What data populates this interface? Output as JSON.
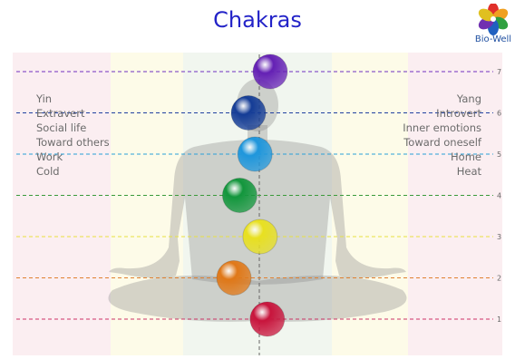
{
  "page": {
    "title": "Chakras"
  },
  "logo": {
    "text": "Bio-Well",
    "icon": "flower-logo-icon"
  },
  "scale": {
    "ticks": [
      "1",
      "2",
      "3",
      "4",
      "5",
      "6",
      "7"
    ]
  },
  "left_labels": [
    "Yin",
    "Extravert",
    "Social life",
    "Toward others",
    "Work",
    "Cold"
  ],
  "right_labels": [
    "Yang",
    "Introvert",
    "Inner emotions",
    "Toward oneself",
    "Home",
    "Heat"
  ],
  "chakras": [
    {
      "level": 1,
      "offset": 0.55,
      "color": "#c8143c"
    },
    {
      "level": 2,
      "offset": -1.75,
      "color": "#e07818"
    },
    {
      "level": 3,
      "offset": 0.05,
      "color": "#e8e020"
    },
    {
      "level": 4,
      "offset": -1.35,
      "color": "#12963c"
    },
    {
      "level": 5,
      "offset": -0.3,
      "color": "#1e96dc"
    },
    {
      "level": 6,
      "offset": -0.75,
      "color": "#143c96"
    },
    {
      "level": 7,
      "offset": 0.75,
      "color": "#6420b4"
    }
  ],
  "colors": {
    "level_lines": [
      "#cc3366",
      "#e08030",
      "#e8e040",
      "#3a9a3a",
      "#2aa0d8",
      "#2040a0",
      "#7030c0"
    ]
  }
}
